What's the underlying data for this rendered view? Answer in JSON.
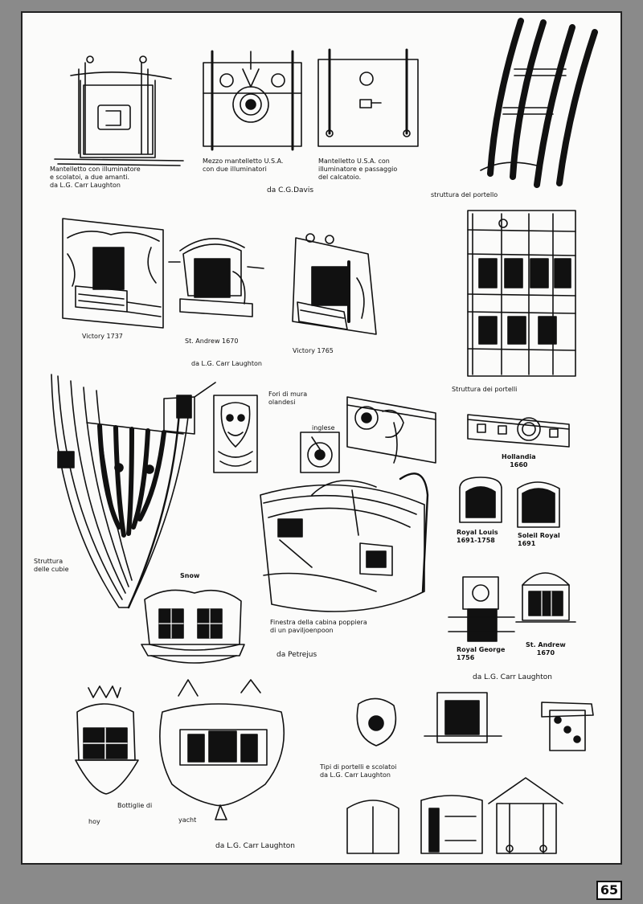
{
  "page_number": "65",
  "captions": {
    "mantelletto_amanti": "Mantelletto con illuminatore\ne scolatoi, a due amanti.\nda L.G. Carr Laughton",
    "mezzo_mantelletto": "Mezzo mantelletto U.S.A.\ncon due illuminatori",
    "mantelletto_usa": "Mantelletto U.S.A. con\nilluminatore e passaggio\ndel calcatoio.",
    "source_davis": "da C.G.Davis",
    "struttura_portello": "struttura del portello",
    "victory_1737": "Victory 1737",
    "st_andrew_1670_a": "St. Andrew 1670",
    "victory_1765": "Victory 1765",
    "source_carr_a": "da L.G. Carr Laughton",
    "struttura_portelli": "Struttura dei portelli",
    "fori_di_mura": "Fori di mura\nolandesi",
    "inglese": "inglese",
    "hollandia": "Hollandia\n1660",
    "struttura_cubie": "Struttura\ndelle cubie",
    "royal_louis": "Royal Louis\n1691-1758",
    "soleil_royal": "Soleil Royal\n1691",
    "snow": "Snow",
    "finestra": "Finestra della cabina poppiera\ndi un paviljoenpoon",
    "source_petrejus": "da Petrejus",
    "royal_george": "Royal George\n1756",
    "st_andrew_1670_b": "St. Andrew\n1670",
    "source_carr_b": "da L.G. Carr Laughton",
    "tipi_portelli": "Tipi di portelli e scolatoi\nda L.G. Carr Laughton",
    "bottiglie": "Bottiglie di",
    "hoy": "hoy",
    "yacht": "yacht",
    "source_carr_c": "da L.G. Carr Laughton"
  }
}
